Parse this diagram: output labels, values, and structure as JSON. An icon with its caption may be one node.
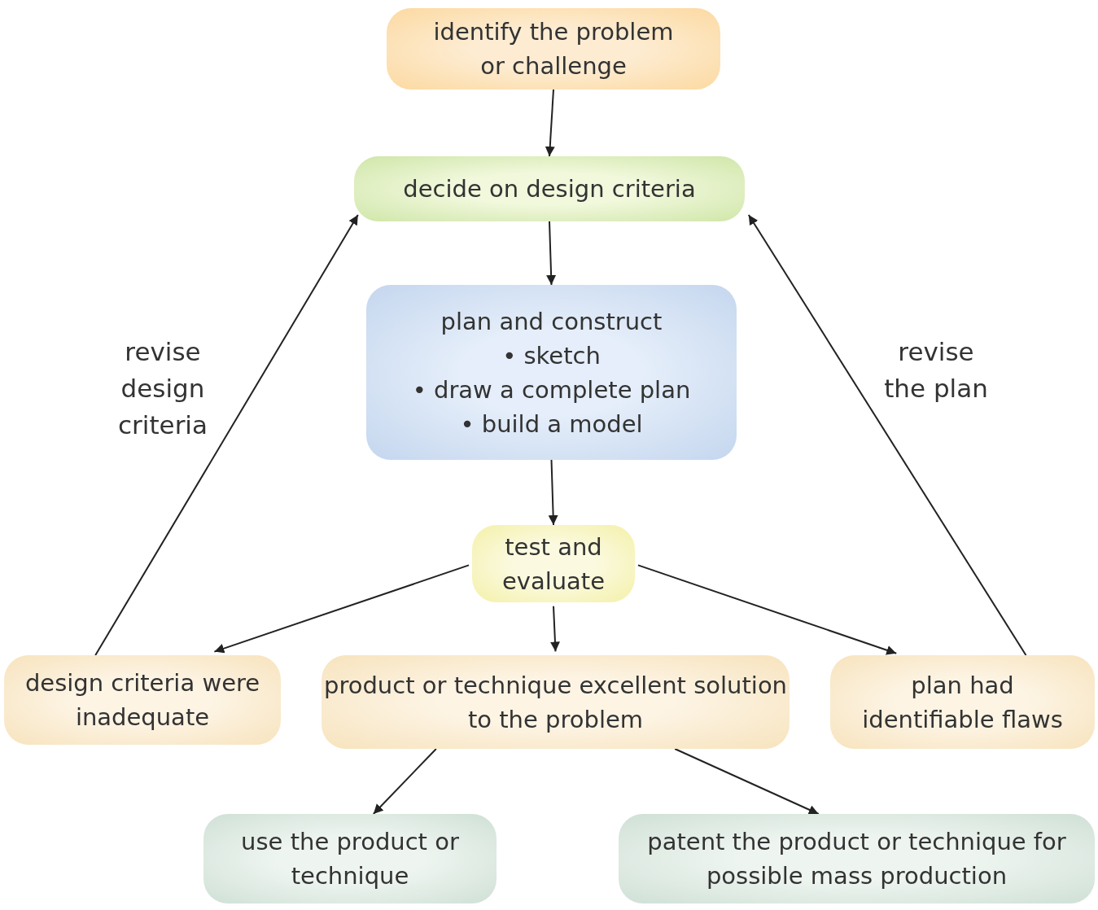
{
  "diagram": {
    "nodes": [
      {
        "text": [
          "identify the problem or challenge"
        ]
      },
      {
        "text": [
          "decide on design criteria"
        ]
      },
      {
        "text": [
          "plan and construct",
          "• sketch",
          "• draw a complete plan",
          "• build a model"
        ]
      },
      {
        "text": [
          "test and evaluate"
        ]
      },
      {
        "text": [
          "design criteria were inadequate"
        ]
      },
      {
        "text": [
          "product or technique excellent solution to the problem"
        ]
      },
      {
        "text": [
          "plan had identifiable flaws"
        ]
      },
      {
        "text": [
          "use the product or technique"
        ]
      },
      {
        "text": [
          "patent the product or technique for possible mass production"
        ]
      }
    ],
    "edges": [
      {
        "from": 0,
        "to": 1,
        "arrow": "to"
      },
      {
        "from": 1,
        "to": 2,
        "arrow": "to"
      },
      {
        "from": 2,
        "to": 3,
        "arrow": "to"
      },
      {
        "from": 3,
        "to": 4,
        "arrow": "to"
      },
      {
        "from": 3,
        "to": 5,
        "arrow": "to"
      },
      {
        "from": 3,
        "to": 6,
        "arrow": "to"
      },
      {
        "from": 4,
        "to": 1,
        "arrow": "to",
        "label": "revise design criteria"
      },
      {
        "from": 6,
        "to": 1,
        "arrow": "to",
        "label": "revise the plan"
      },
      {
        "from": 5,
        "to": 7,
        "arrow": "to"
      },
      {
        "from": 5,
        "to": 8,
        "arrow": "to"
      }
    ]
  }
}
